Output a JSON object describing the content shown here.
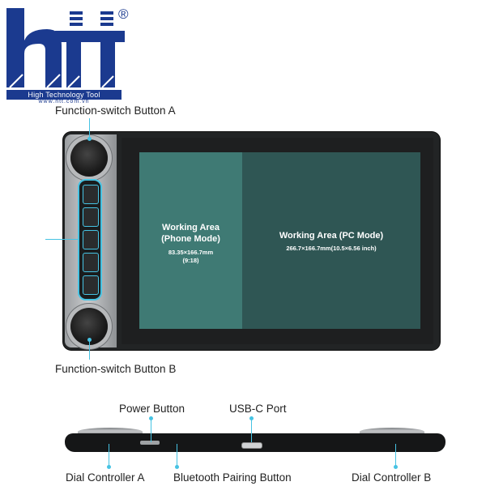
{
  "logo": {
    "letters": "hTT",
    "tagline": "High Technology Tool",
    "url": "www.htt.com.vn",
    "registered_mark": "®",
    "colors": {
      "primary": "#1b3a8f"
    }
  },
  "top_view": {
    "label_function_a": "Function-switch Button A",
    "label_function_b": "Function-switch Button B",
    "phone_area": {
      "title_line1": "Working Area",
      "title_line2": "(Phone Mode)",
      "dim_line1": "83.35×166.7mm",
      "dim_line2": "(9:18)"
    },
    "pc_area": {
      "title": "Working Area (PC Mode)",
      "dims": "266.7×166.7mm(10.5×6.56 inch)"
    },
    "colors": {
      "accent": "#46c3e3",
      "phone_area": "#3f7a74",
      "pc_area": "#2f5654"
    }
  },
  "side_view": {
    "power_button": "Power Button",
    "usbc_port": "USB-C Port",
    "dial_a": "Dial Controller A",
    "bluetooth_button": "Bluetooth Pairing Button",
    "dial_b": "Dial Controller B"
  }
}
